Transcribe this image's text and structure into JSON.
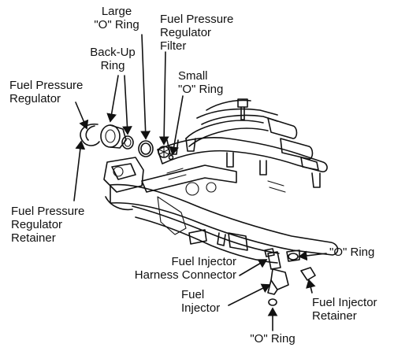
{
  "labels": {
    "large_o_ring": "Large\n\"O\" Ring",
    "fpr_filter": "Fuel Pressure\nRegulator\nFilter",
    "back_up_ring": "Back-Up\nRing",
    "fuel_pressure_regulator": "Fuel Pressure\nRegulator",
    "small_o_ring": "Small\n\"O\" Ring",
    "fpr_retainer": "Fuel Pressure\nRegulator\nRetainer",
    "o_ring_right": "\"O\" Ring",
    "fi_harness_connector": "Fuel Injector\nHarness Connector",
    "fuel_injector": "Fuel\nInjector",
    "fi_retainer": "Fuel Injector\nRetainer",
    "o_ring_bottom": "\"O\" Ring"
  },
  "colors": {
    "ink": "#111111",
    "background": "#ffffff"
  }
}
